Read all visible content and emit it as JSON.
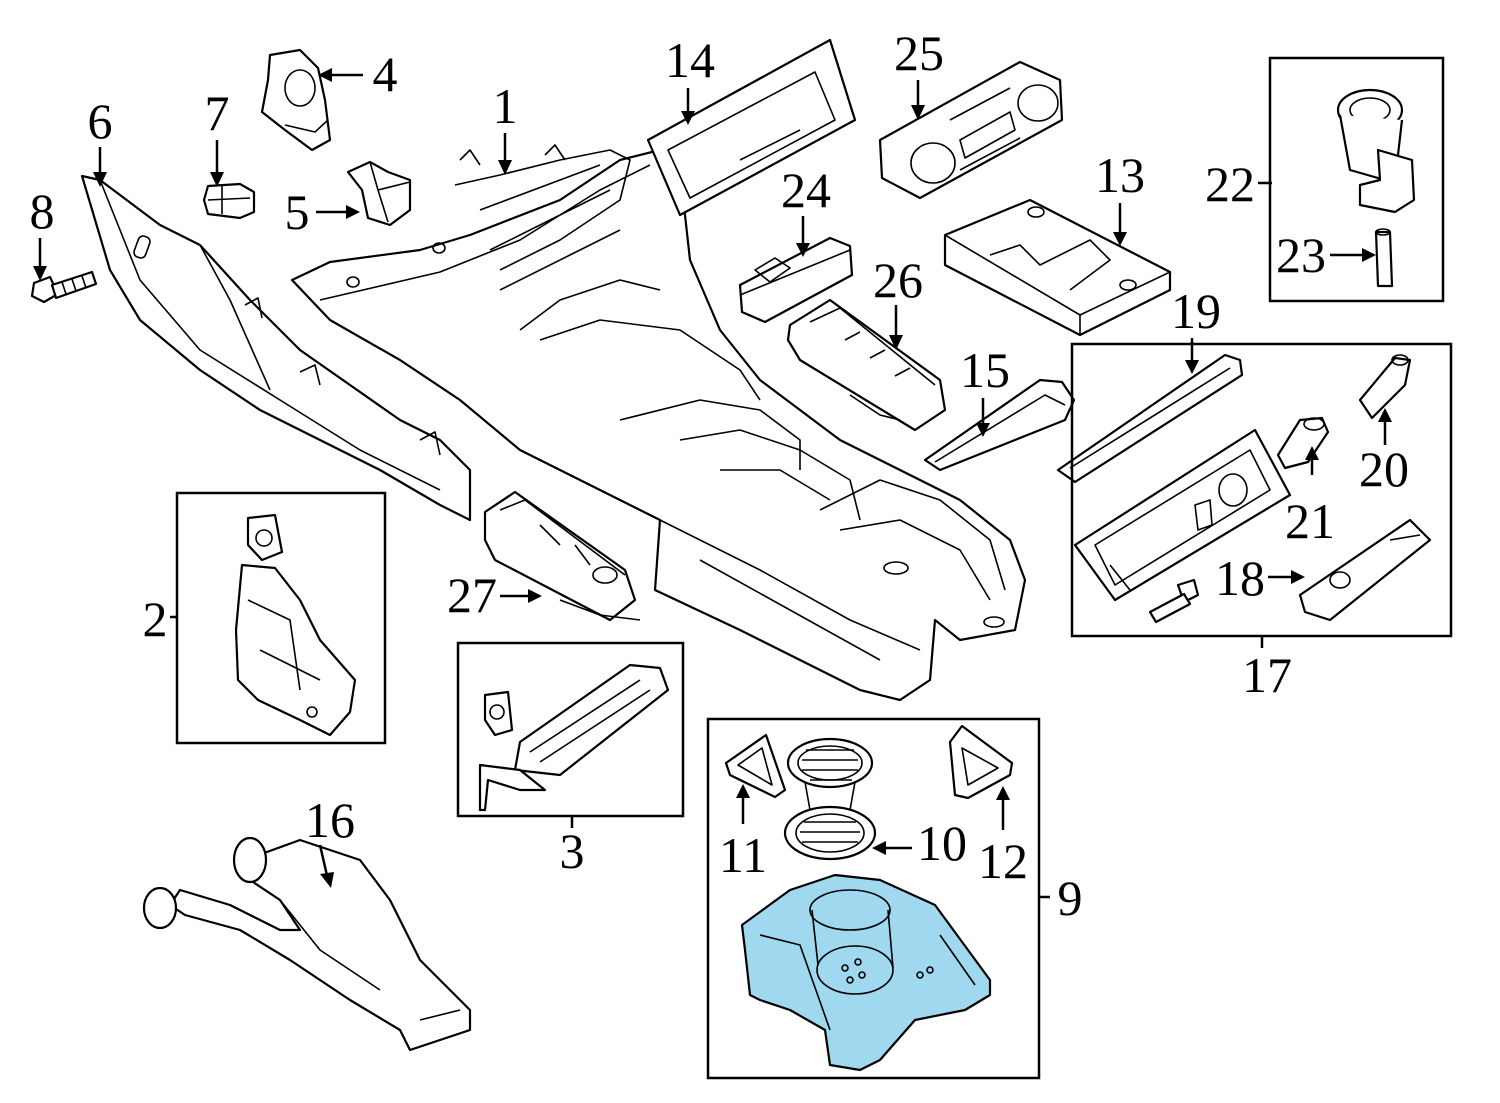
{
  "diagram": {
    "highlight_color": "#9fd8ef",
    "callouts": [
      {
        "id": "1",
        "label": "1"
      },
      {
        "id": "2",
        "label": "2"
      },
      {
        "id": "3",
        "label": "3"
      },
      {
        "id": "4",
        "label": "4"
      },
      {
        "id": "5",
        "label": "5"
      },
      {
        "id": "6",
        "label": "6"
      },
      {
        "id": "7",
        "label": "7"
      },
      {
        "id": "8",
        "label": "8"
      },
      {
        "id": "9",
        "label": "9"
      },
      {
        "id": "10",
        "label": "10"
      },
      {
        "id": "11",
        "label": "11"
      },
      {
        "id": "12",
        "label": "12"
      },
      {
        "id": "13",
        "label": "13"
      },
      {
        "id": "14",
        "label": "14"
      },
      {
        "id": "15",
        "label": "15"
      },
      {
        "id": "16",
        "label": "16"
      },
      {
        "id": "17",
        "label": "17"
      },
      {
        "id": "18",
        "label": "18"
      },
      {
        "id": "19",
        "label": "19"
      },
      {
        "id": "20",
        "label": "20"
      },
      {
        "id": "21",
        "label": "21"
      },
      {
        "id": "22",
        "label": "22"
      },
      {
        "id": "23",
        "label": "23"
      },
      {
        "id": "24",
        "label": "24"
      },
      {
        "id": "25",
        "label": "25"
      },
      {
        "id": "26",
        "label": "26"
      },
      {
        "id": "27",
        "label": "27"
      }
    ]
  }
}
